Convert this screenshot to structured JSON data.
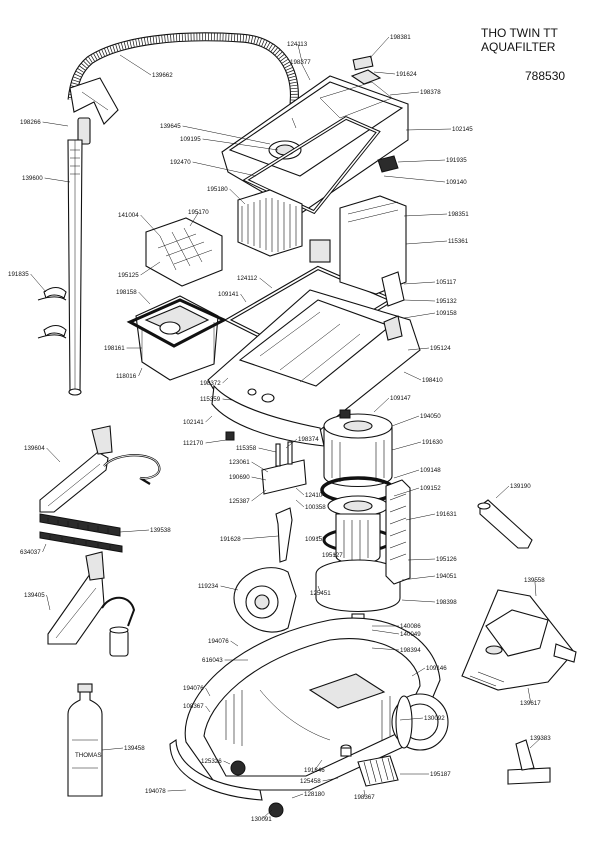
{
  "header": {
    "title_line1": "THO TWIN TT",
    "title_line2": "AQUAFILTER",
    "model_number": "788530"
  },
  "parts": [
    "198381",
    "124113",
    "198377",
    "191624",
    "139662",
    "198378",
    "198266",
    "139645",
    "109195",
    "102145",
    "192470",
    "191935",
    "139600",
    "109140",
    "195180",
    "195170",
    "141004",
    "198351",
    "115361",
    "124112",
    "195125",
    "191835",
    "105117",
    "198158",
    "109141",
    "195132",
    "109158",
    "198161",
    "195124",
    "118016",
    "198372",
    "198410",
    "115359",
    "109147",
    "102141",
    "194050",
    "112170",
    "115358",
    "198374",
    "191630",
    "139604",
    "123061",
    "190690",
    "109148",
    "125387",
    "124104",
    "100358",
    "109152",
    "139190",
    "139538",
    "191631",
    "634037",
    "191628",
    "109152",
    "195127",
    "195126",
    "139405",
    "119234",
    "125451",
    "194051",
    "139558",
    "198398",
    "140086",
    "140049",
    "194076",
    "616043",
    "198394",
    "109146",
    "194076",
    "108367",
    "139617",
    "130092",
    "139383",
    "139458",
    "125326",
    "191846",
    "125458",
    "195187",
    "194078",
    "128180",
    "198367",
    "130091"
  ]
}
